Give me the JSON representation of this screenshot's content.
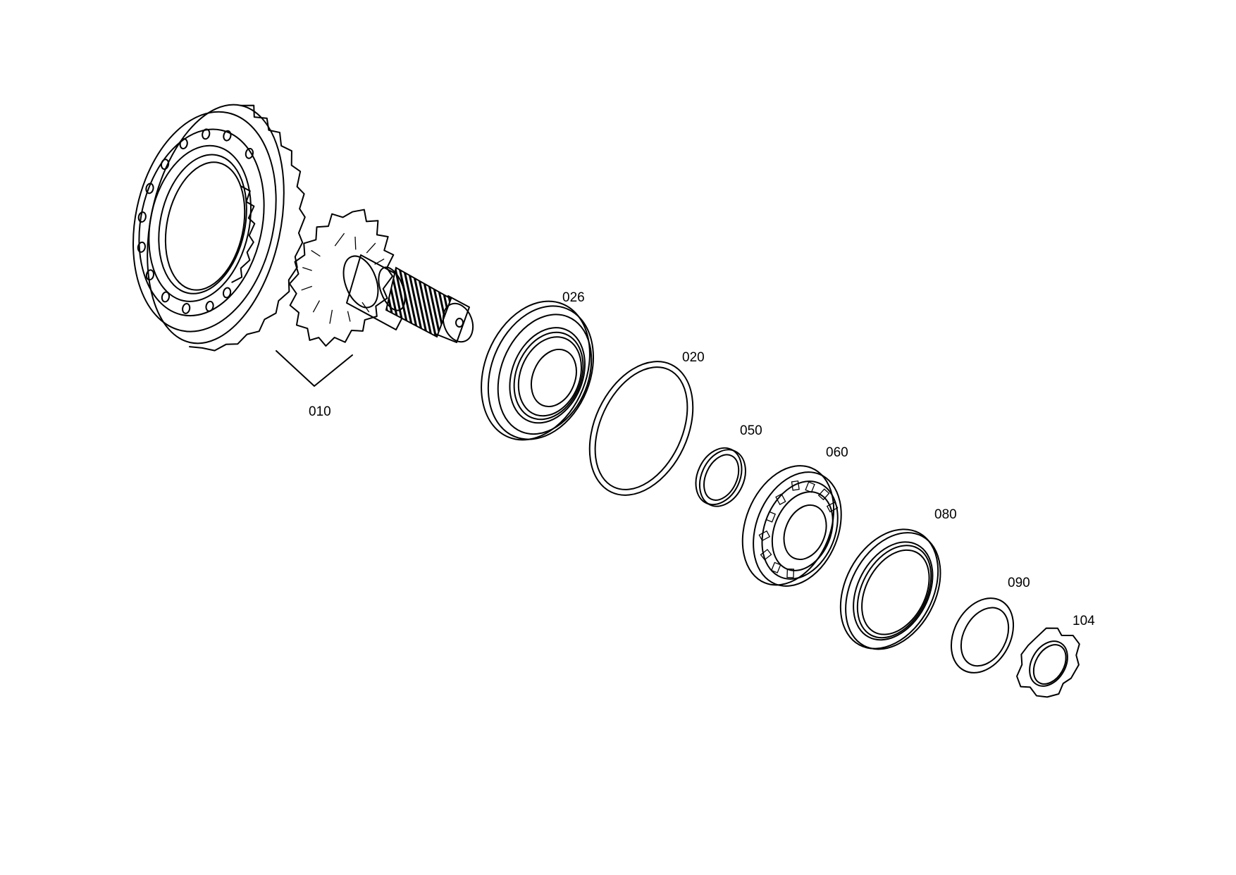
{
  "drawing": {
    "kind": "exploded-view parts diagram",
    "line_color": "#000000",
    "background_color": "#ffffff"
  },
  "parts": [
    {
      "id": "gear-set",
      "label": "010"
    },
    {
      "id": "tapered-roller-bearing-large",
      "label": "026"
    },
    {
      "id": "o-ring",
      "label": "020"
    },
    {
      "id": "spacer-ring",
      "label": "050"
    },
    {
      "id": "tapered-roller-bearing",
      "label": "060"
    },
    {
      "id": "shaft-seal",
      "label": "080"
    },
    {
      "id": "washer",
      "label": "090"
    },
    {
      "id": "slotted-nut",
      "label": "104"
    }
  ]
}
